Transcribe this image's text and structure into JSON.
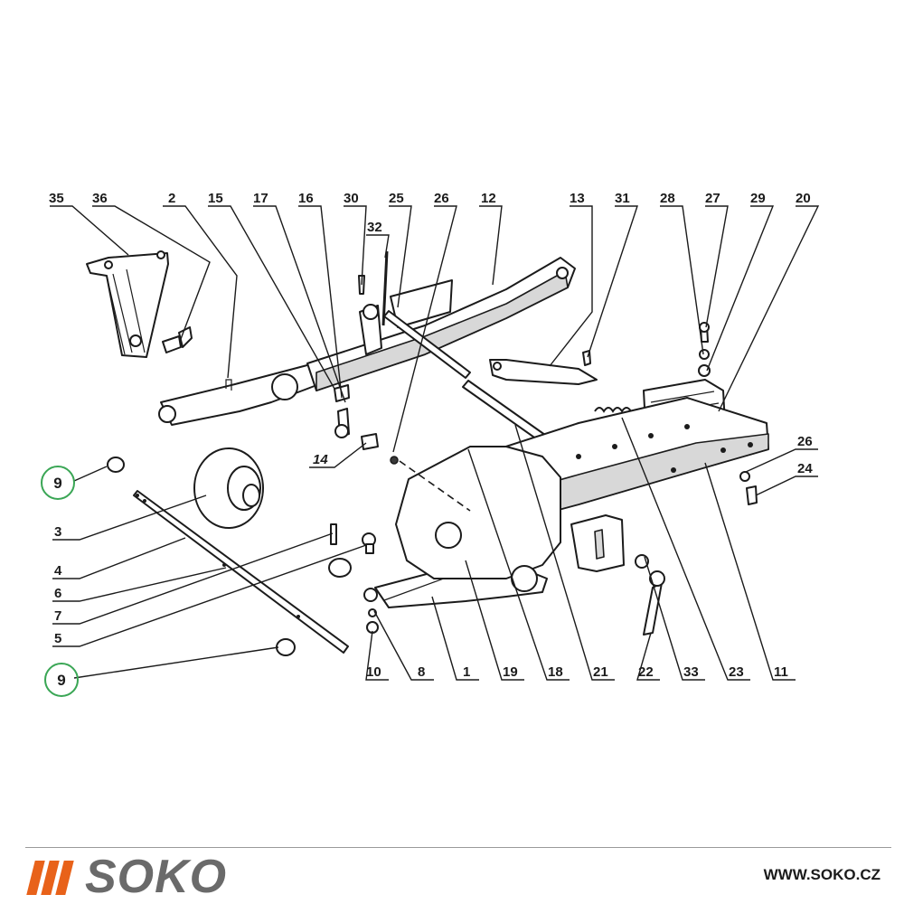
{
  "diagram": {
    "labels": {
      "l35": "35",
      "l36": "36",
      "l2": "2",
      "l15": "15",
      "l17": "17",
      "l16": "16",
      "l30": "30",
      "l25": "25",
      "l26a": "26",
      "l12": "12",
      "l32": "32",
      "l13": "13",
      "l31": "31",
      "l28": "28",
      "l27": "27",
      "l29": "29",
      "l20": "20",
      "l26b": "26",
      "l24": "24",
      "l14": "14",
      "l3": "3",
      "l4": "4",
      "l6": "6",
      "l7": "7",
      "l5": "5",
      "l10": "10",
      "l8": "8",
      "l1": "1",
      "l19": "19",
      "l18": "18",
      "l21": "21",
      "l22": "22",
      "l33": "33",
      "l23": "23",
      "l11": "11",
      "l9a": "9",
      "l9b": "9"
    }
  },
  "footer": {
    "brand": "SOKO",
    "url": "WWW.SOKO.CZ",
    "accent_color": "#e8621a",
    "brand_color": "#6a6a6a",
    "highlight_color": "#3aa655"
  }
}
